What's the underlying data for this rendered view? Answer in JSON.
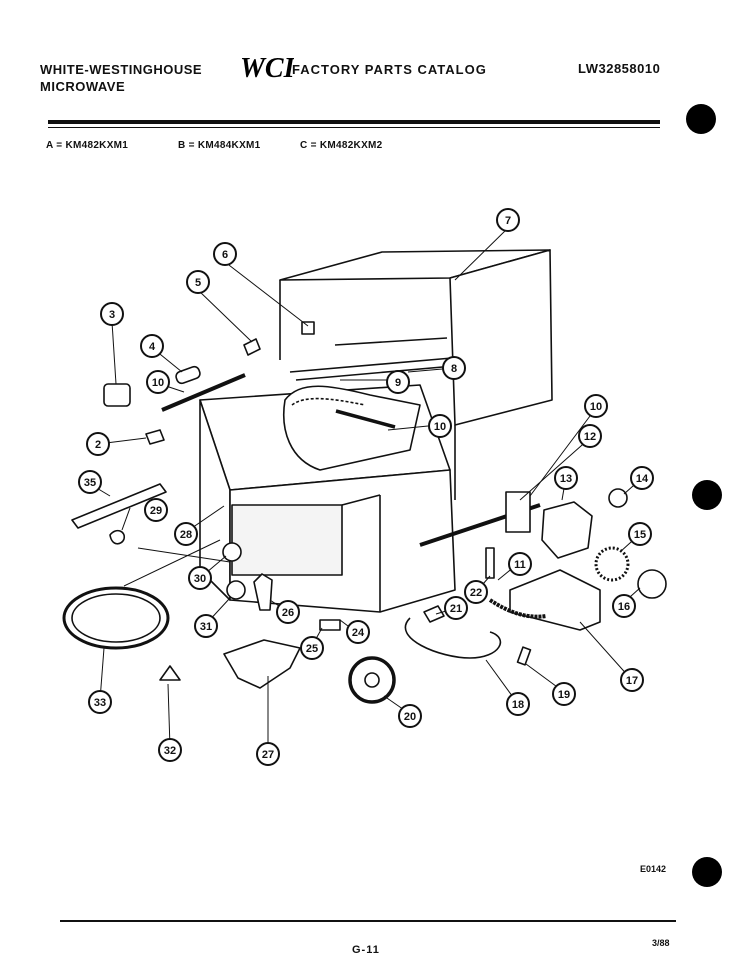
{
  "header": {
    "brand_line1": "WHITE-WESTINGHOUSE",
    "brand_line2": "MICROWAVE",
    "logo": "WCI",
    "catalog_title": "FACTORY PARTS CATALOG",
    "doc_number": "LW32858010"
  },
  "models": [
    {
      "label": "A = KM482KXM1"
    },
    {
      "label": "B = KM484KXM1"
    },
    {
      "label": "C = KM482KXM2"
    }
  ],
  "callouts": [
    "2",
    "3",
    "4",
    "5",
    "6",
    "7",
    "8",
    "9",
    "10",
    "10",
    "10",
    "11",
    "12",
    "13",
    "14",
    "15",
    "16",
    "17",
    "18",
    "19",
    "20",
    "21",
    "22",
    "24",
    "25",
    "26",
    "27",
    "28",
    "29",
    "30",
    "31",
    "32",
    "33",
    "35"
  ],
  "footer": {
    "ref_code": "E0142",
    "page": "G-11",
    "date": "3/88"
  }
}
